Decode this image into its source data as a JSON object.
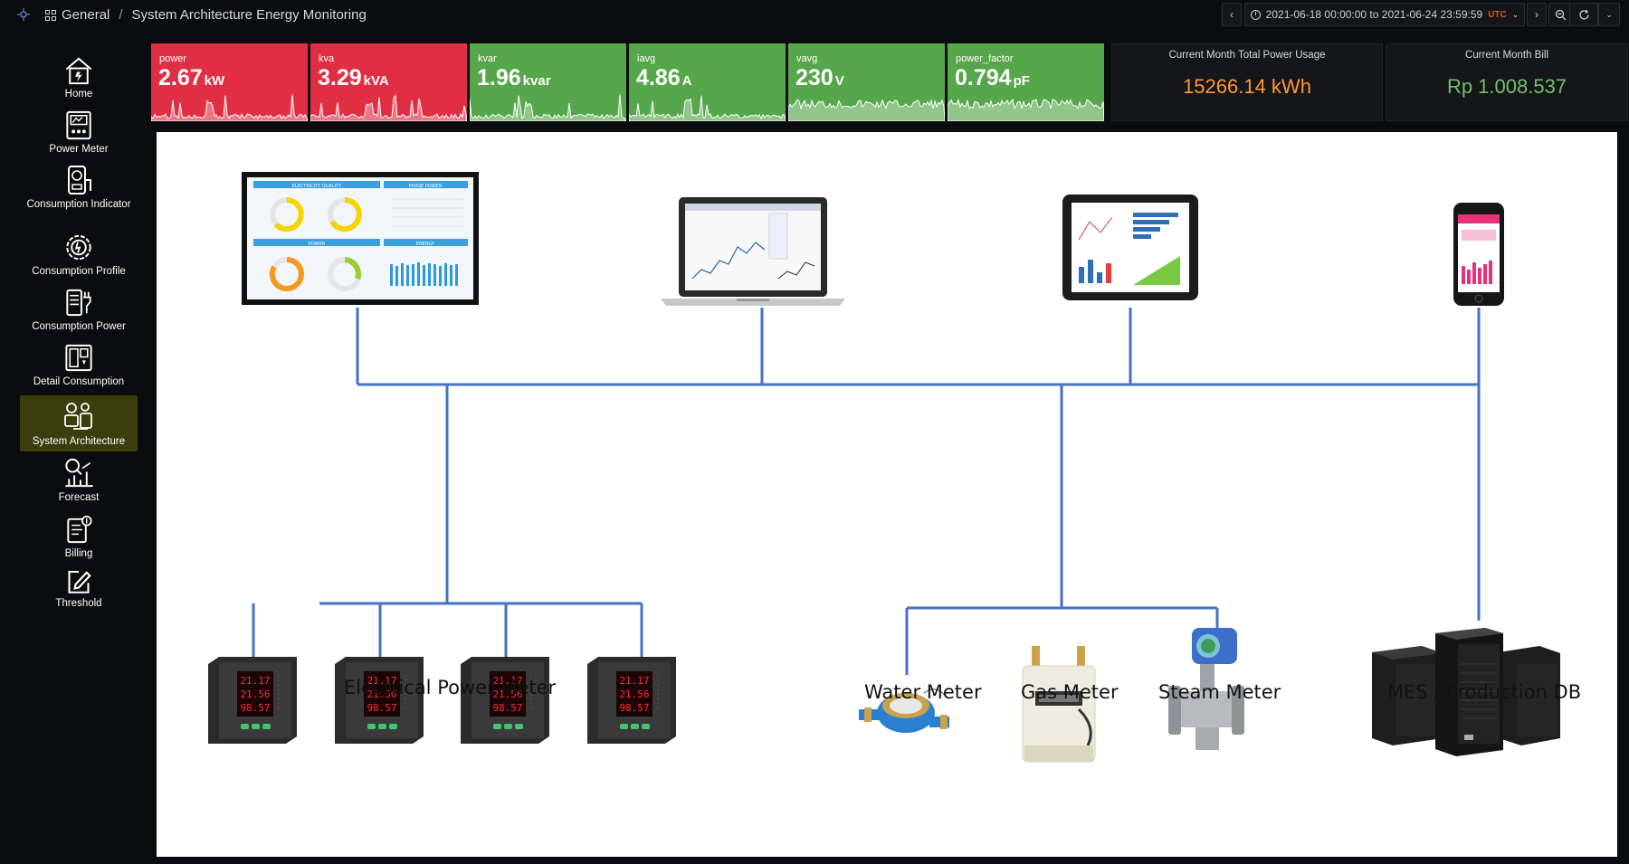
{
  "breadcrumb": {
    "folder": "General",
    "separator": "/",
    "title": "System Architecture Energy Monitoring"
  },
  "timepicker": {
    "range": "2021-06-18 00:00:00 to 2021-06-24 23:59:59",
    "timezone": "UTC"
  },
  "sidebar": {
    "items": [
      {
        "label": "Home",
        "icon": "home-icon"
      },
      {
        "label": "Power Meter",
        "icon": "power-meter-icon"
      },
      {
        "label": "Consumption Indicator",
        "icon": "consumption-indicator-icon"
      },
      {
        "label": "Consumption Profile",
        "icon": "consumption-profile-icon"
      },
      {
        "label": "Consumption Power",
        "icon": "consumption-power-icon"
      },
      {
        "label": "Detail Consumption",
        "icon": "detail-consumption-icon"
      },
      {
        "label": "System Architecture",
        "icon": "system-architecture-icon",
        "active": true
      },
      {
        "label": "Forecast",
        "icon": "forecast-icon"
      },
      {
        "label": "Billing",
        "icon": "billing-icon"
      },
      {
        "label": "Threshold",
        "icon": "threshold-icon"
      }
    ]
  },
  "stats": [
    {
      "title": "power",
      "value": "2.67",
      "unit": "kW",
      "color": "#e02f44"
    },
    {
      "title": "kva",
      "value": "3.29",
      "unit": "kVA",
      "color": "#e02f44"
    },
    {
      "title": "kvar",
      "value": "1.96",
      "unit": "kvar",
      "color": "#56a64b"
    },
    {
      "title": "iavg",
      "value": "4.86",
      "unit": "A",
      "color": "#56a64b"
    },
    {
      "title": "vavg",
      "value": "230",
      "unit": "V",
      "color": "#56a64b"
    },
    {
      "title": "power_factor",
      "value": "0.794",
      "unit": "pF",
      "color": "#56a64b"
    }
  ],
  "usage": {
    "title": "Current Month Total Power Usage",
    "value": "15266.14 kWh",
    "color": "#ff9830"
  },
  "bill": {
    "title": "Current Month Bill",
    "value": "Rp 1.008.537",
    "color": "#73bf69"
  },
  "diagram": {
    "labels": {
      "electrical": "Electrical Power Meter",
      "water": "Water Meter",
      "gas": "Gas Meter",
      "steam": "Steam Meter",
      "mes": "MES / Production DB"
    },
    "monitor_panels": [
      "ELECTRICITY QUALITY",
      "PHASE POWER",
      "POWER",
      "ENERGY"
    ],
    "meter_readings": [
      "21.17",
      "21.56",
      "98.57"
    ],
    "line_color": "#4472c4"
  }
}
